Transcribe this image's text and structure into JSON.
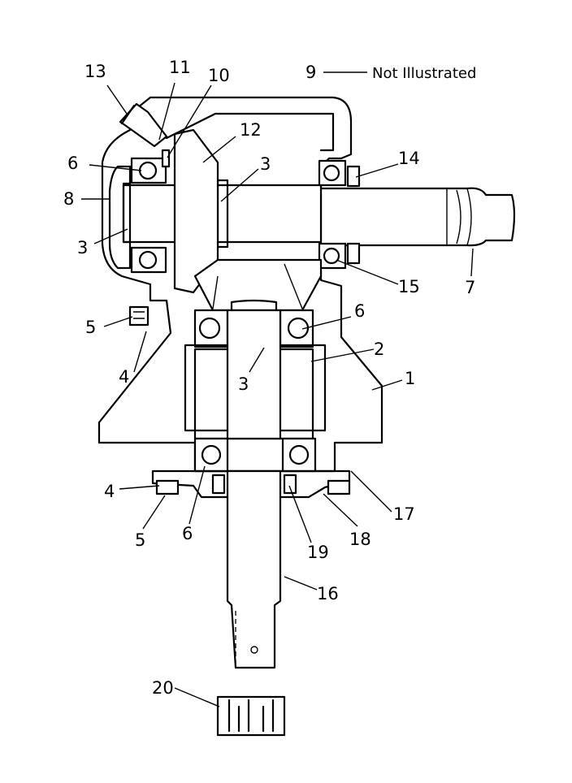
{
  "diagram": {
    "note": {
      "number": "9",
      "text": "Not Illustrated"
    },
    "callouts": {
      "c13": "13",
      "c11": "11",
      "c10": "10",
      "c12": "12",
      "c6_top": "6",
      "c3_top": "3",
      "c14": "14",
      "c8": "8",
      "c3_left": "3",
      "c7": "7",
      "c15": "15",
      "c5_left": "5",
      "c6_mid": "6",
      "c4_left": "4",
      "c2": "2",
      "c3_mid": "3",
      "c1": "1",
      "c4_bottom": "4",
      "c17": "17",
      "c5_bottom": "5",
      "c6_bottom": "6",
      "c18": "18",
      "c19": "19",
      "c16": "16",
      "c20": "20"
    }
  }
}
